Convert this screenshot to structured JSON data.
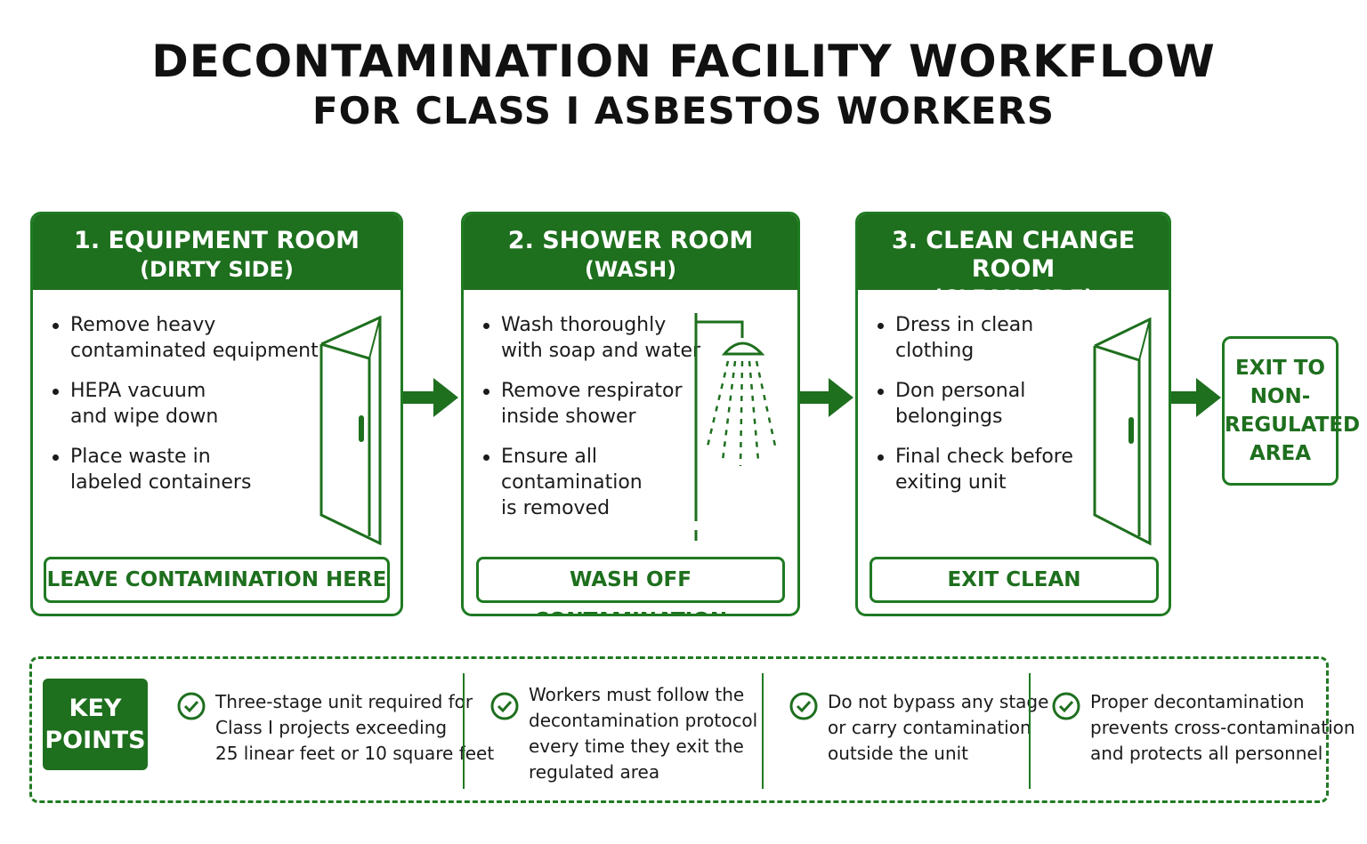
{
  "title": {
    "line1": "DECONTAMINATION FACILITY WORKFLOW",
    "line2": "FOR CLASS I ASBESTOS WORKERS"
  },
  "stages": [
    {
      "heading": "1. EQUIPMENT ROOM",
      "subheading": "(DIRTY SIDE)",
      "bullets": [
        [
          "Remove heavy",
          "contaminated equipment"
        ],
        [
          "HEPA vacuum",
          "and wipe down"
        ],
        [
          "Place waste in",
          "labeled containers"
        ]
      ],
      "footer": "LEAVE CONTAMINATION HERE",
      "icon": "door-icon"
    },
    {
      "heading": "2. SHOWER ROOM",
      "subheading": "(WASH)",
      "bullets": [
        [
          "Wash thoroughly",
          "with soap and water"
        ],
        [
          "Remove respirator",
          "inside shower"
        ],
        [
          "Ensure all",
          "contamination",
          "is removed"
        ]
      ],
      "footer": "WASH OFF CONTAMINATION",
      "icon": "shower-icon"
    },
    {
      "heading": "3. CLEAN CHANGE ROOM",
      "subheading": "(CLEAN SIDE)",
      "bullets": [
        [
          "Dress in clean",
          "clothing"
        ],
        [
          "Don personal",
          "belongings"
        ],
        [
          "Final check before",
          "exiting unit"
        ]
      ],
      "footer": "EXIT CLEAN",
      "icon": "door-icon"
    }
  ],
  "exit": {
    "lines": [
      "EXIT TO",
      "NON-",
      "REGULATED",
      "AREA"
    ]
  },
  "key_points": {
    "badge": [
      "KEY",
      "POINTS"
    ],
    "items": [
      [
        "Three-stage unit required for",
        "Class I projects exceeding",
        "25 linear feet or 10 square feet"
      ],
      [
        "Workers must follow the",
        "decontamination protocol",
        "every time they exit the",
        "regulated area"
      ],
      [
        "Do not bypass any stage",
        "or carry contamination",
        "outside the unit"
      ],
      [
        "Proper decontamination",
        "prevents cross-contamination",
        "and protects all personnel"
      ]
    ]
  },
  "colors": {
    "primary_green": "#1e6f1e",
    "border_green": "#1f7a22",
    "text": "#1b1b1b"
  }
}
